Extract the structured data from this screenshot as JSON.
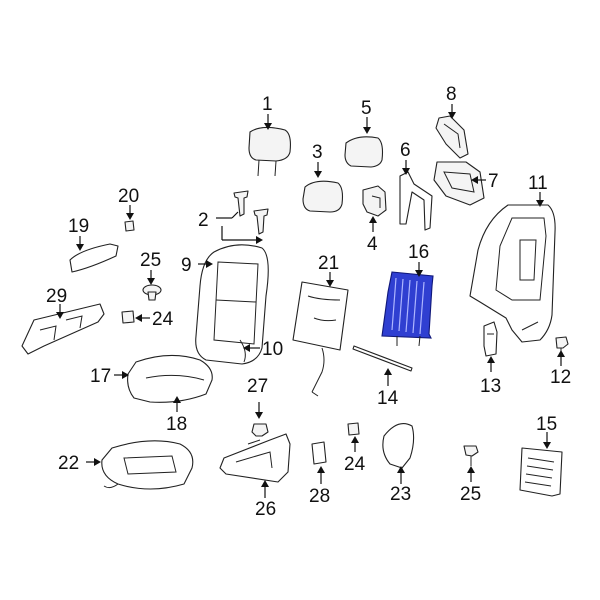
{
  "diagram": {
    "labels": {
      "p1": "1",
      "p2": "2",
      "p3": "3",
      "p4": "4",
      "p5": "5",
      "p6": "6",
      "p7": "7",
      "p8": "8",
      "p9": "9",
      "p10": "10",
      "p11": "11",
      "p12": "12",
      "p13": "13",
      "p14": "14",
      "p15": "15",
      "p16": "16",
      "p17": "17",
      "p18": "18",
      "p19": "19",
      "p20": "20",
      "p21": "21",
      "p22": "22",
      "p23": "23",
      "p24a": "24",
      "p24b": "24",
      "p25a": "25",
      "p25b": "25",
      "p26": "26",
      "p27": "27",
      "p28": "28",
      "p29": "29"
    },
    "highlight_part": "16",
    "colors": {
      "highlight": "#2f3fd1",
      "line": "#222222",
      "background": "#ffffff"
    }
  }
}
